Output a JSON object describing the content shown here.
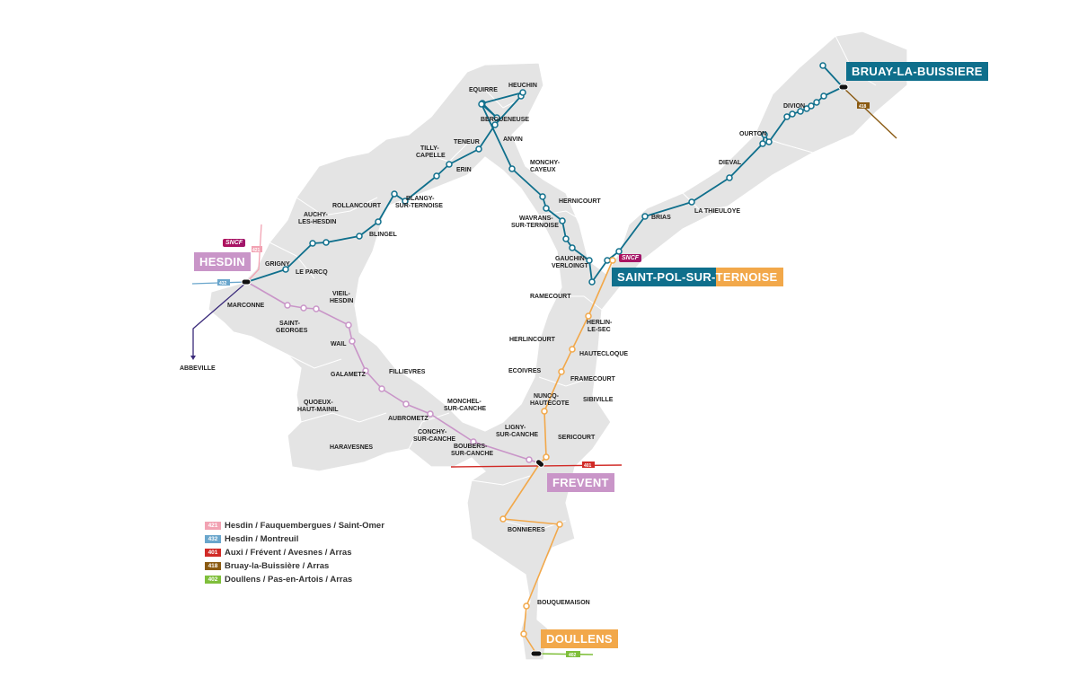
{
  "colors": {
    "region_fill": "#e4e4e4",
    "region_border": "#ffffff",
    "line_blue": "#0f6f8c",
    "line_pink": "#c995c8",
    "line_orange": "#f2a84a",
    "line_red": "#d12a26",
    "line_brown": "#8a5a12",
    "line_green": "#7fbf3b",
    "line_purple": "#3a2a7a",
    "badge_pink": "#f2a3b3",
    "badge_light_blue": "#6aa6cc"
  },
  "hubs": {
    "hesdin": "HESDIN",
    "bruay": "BRUAY-LA-BUISSIERE",
    "saint_pol_part1": "SAINT-POL-SUR-",
    "saint_pol_part2": "TERNOISE",
    "frevent": "FREVENT",
    "doullens": "DOULLENS"
  },
  "sncf_logo": "SNCF",
  "route_badges": {
    "b421": "421",
    "b432": "432",
    "b418": "418",
    "b401": "401",
    "b402": "402"
  },
  "places": {
    "heuchin": "HEUCHIN",
    "equirre": "EQUIRRE",
    "bergueneuse": "BERGUENEUSE",
    "teneur": "TENEUR",
    "anvin": "ANVIN",
    "tilly1": "TILLY-",
    "tilly2": "CAPELLE",
    "erin": "ERIN",
    "monchy1": "MONCHY-",
    "monchy2": "CAYEUX",
    "rollancourt": "ROLLANCOURT",
    "blangy1": "BLANGY-",
    "blangy2": "SUR-TERNOISE",
    "hernicourt": "HERNICOURT",
    "auchy1": "AUCHY-",
    "auchy2": "LES-HESDIN",
    "wavrans1": "WAVRANS-",
    "wavrans2": "SUR-TERNOISE",
    "blingel": "BLINGEL",
    "grigny": "GRIGNY",
    "le_parcq": "LE PARCQ",
    "gauchin1": "GAUCHIN-",
    "gauchin2": "VERLOINGT",
    "vieil1": "VIEIL-",
    "vieil2": "HESDIN",
    "marconne": "MARCONNE",
    "ramecourt": "RAMECOURT",
    "saint_georges1": "SAINT-",
    "saint_georges2": "GEORGES",
    "herlin_sec1": "HERLIN-",
    "herlin_sec2": "LE-SEC",
    "wail": "WAIL",
    "herlincourt": "HERLINCOURT",
    "abbeville": "ABBEVILLE",
    "hautecloque": "HAUTECLOQUE",
    "galametz": "GALAMETZ",
    "fillievres": "FILLIEVRES",
    "ecoivres": "ECOIVRES",
    "framecourt": "FRAMECOURT",
    "nuncq1": "NUNCQ-",
    "nuncq2": "HAUTECOTE",
    "quoeux1": "QUOEUX-",
    "quoeux2": "HAUT-MAINIL",
    "monchel1": "MONCHEL-",
    "monchel2": "SUR-CANCHE",
    "sibiville": "SIBIVILLE",
    "aubrometz": "AUBROMETZ",
    "ligny1": "LIGNY-",
    "ligny2": "SUR-CANCHE",
    "conchy1": "CONCHY-",
    "conchy2": "SUR-CANCHE",
    "sericourt": "SERICOURT",
    "haravesnes": "HARAVESNES",
    "boubers1": "BOUBERS-",
    "boubers2": "SUR-CANCHE",
    "bonnieres": "BONNIERES",
    "bouquemaison": "BOUQUEMAISON",
    "divion": "DIVION",
    "ourton": "OURTON",
    "dieval": "DIEVAL",
    "la_thieuloye": "LA THIEULOYE",
    "brias": "BRIAS"
  },
  "legend": [
    {
      "number": "421",
      "color": "#f2a3b3",
      "label": "Hesdin / Fauquembergues / Saint-Omer"
    },
    {
      "number": "432",
      "color": "#6aa6cc",
      "label": "Hesdin / Montreuil"
    },
    {
      "number": "401",
      "color": "#d12a26",
      "label": "Auxi / Frévent / Avesnes / Arras"
    },
    {
      "number": "418",
      "color": "#8a5a12",
      "label": "Bruay-la-Buissière / Arras"
    },
    {
      "number": "402",
      "color": "#7fbf3b",
      "label": "Doullens / Pas-en-Artois / Arras"
    }
  ]
}
